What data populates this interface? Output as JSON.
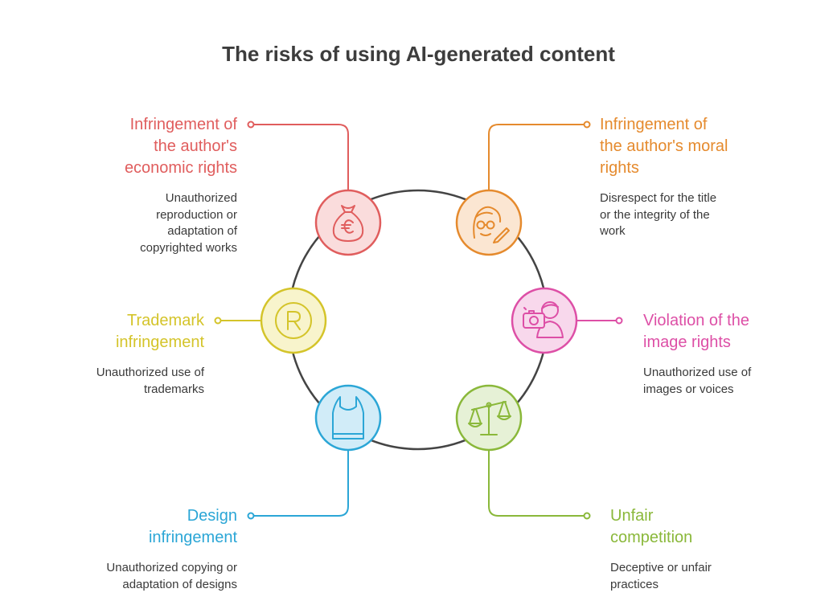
{
  "title": "The risks of using AI-generated content",
  "risks": [
    {
      "heading": "Infringement of the author's economic rights",
      "heading_lines": [
        "Infringement of",
        "the author's",
        "economic rights"
      ],
      "description_lines": [
        "Unauthorized",
        "reproduction or",
        "adaptation of",
        "copyrighted works"
      ],
      "color": "#e05d5d",
      "fill": "#fadcdc",
      "icon": "money-bag-euro-icon"
    },
    {
      "heading": "Infringement of the author's moral rights",
      "heading_lines": [
        "Infringement of",
        "the author's moral",
        "rights"
      ],
      "description_lines": [
        "Disrespect for the title",
        "or the integrity of the",
        "work"
      ],
      "color": "#e58a2d",
      "fill": "#fbe6d2",
      "icon": "author-portrait-icon"
    },
    {
      "heading": "Trademark infringement",
      "heading_lines": [
        "Trademark",
        "infringement"
      ],
      "description_lines": [
        "Unauthorized use of",
        "trademarks"
      ],
      "color": "#d4c42a",
      "fill": "#f8f4cc",
      "icon": "registered-trademark-icon"
    },
    {
      "heading": "Violation of the image rights",
      "heading_lines": [
        "Violation of the",
        "image rights"
      ],
      "description_lines": [
        "Unauthorized use of",
        "images or voices"
      ],
      "color": "#dd4fa6",
      "fill": "#f8d8ec",
      "icon": "camera-person-icon"
    },
    {
      "heading": "Design infringement",
      "heading_lines": [
        "Design",
        "infringement"
      ],
      "description_lines": [
        "Unauthorized copying or",
        "adaptation of designs"
      ],
      "color": "#2ba6d6",
      "fill": "#d1ecf8",
      "icon": "tank-top-icon"
    },
    {
      "heading": "Unfair competition",
      "heading_lines": [
        "Unfair",
        "competition"
      ],
      "description_lines": [
        "Deceptive or unfair",
        "practices"
      ],
      "color": "#8ab83a",
      "fill": "#e6f1d6",
      "icon": "scales-icon"
    }
  ],
  "colors": {
    "title": "#3d3d3d",
    "ring": "#444444",
    "description": "#3a3a3a"
  }
}
